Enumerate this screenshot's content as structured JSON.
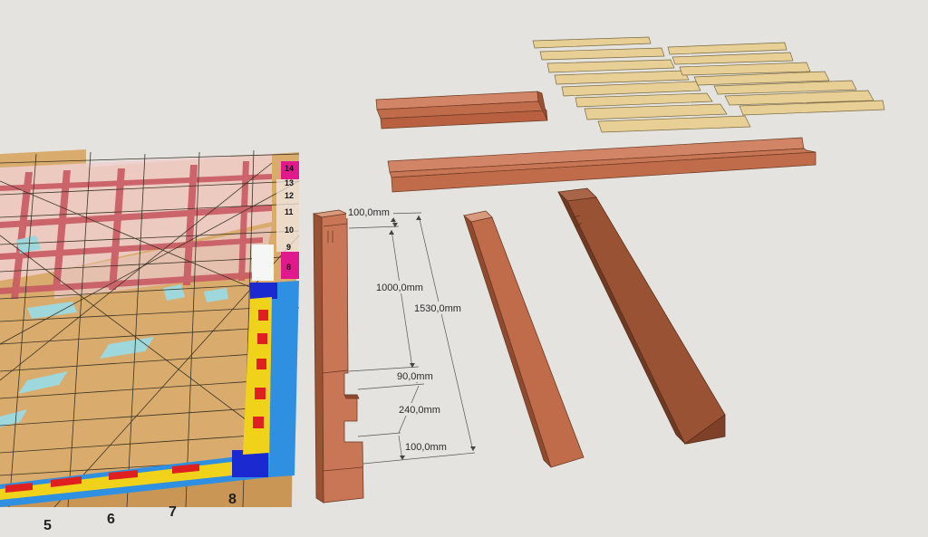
{
  "colors": {
    "background": "#e4e3df",
    "osb": "#d9ab6c",
    "beam": "#c06b49",
    "beam_dark": "#8f4a30",
    "pine": "#e8cf96",
    "magenta": "#e0198c",
    "blue": "#2f8fe0",
    "navy": "#1a2ad0",
    "yellow": "#f0d21a",
    "red": "#e02020"
  },
  "dimensions": {
    "top": "100,0mm",
    "middle": "1000,0mm",
    "total": "1530,0mm",
    "notch_top": "90,0mm",
    "notch": "240,0mm",
    "bottom": "100,0mm"
  },
  "board": {
    "column_numbers": [
      "14",
      "13",
      "12",
      "11",
      "10",
      "9",
      "8",
      "7"
    ],
    "row_numbers": [
      "5",
      "6",
      "7",
      "8"
    ]
  }
}
